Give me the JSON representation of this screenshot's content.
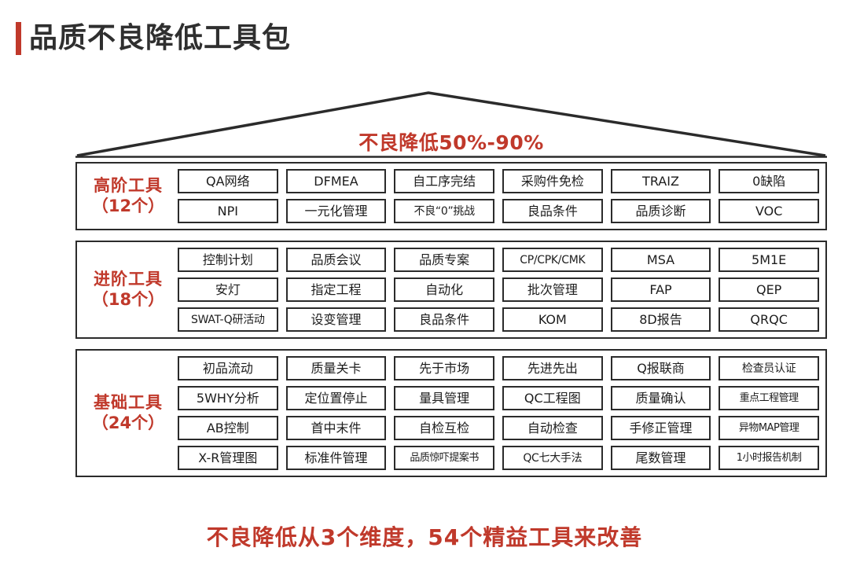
{
  "title": {
    "text": "品质不良降低工具包",
    "accent_color": "#c0392b"
  },
  "roof": {
    "label": "不良降低50%-90%"
  },
  "footer": {
    "text": "不良降低从3个维度，54个精益工具来改善"
  },
  "colors": {
    "red": "#c0392b",
    "ink": "#2b2b2b",
    "background": "#ffffff"
  },
  "sections": [
    {
      "label_line1": "高阶工具",
      "label_line2": "（12个）",
      "count": 12,
      "columns": 6,
      "rows": [
        [
          "QA网络",
          "DFMEA",
          "自工序完结",
          "采购件免检",
          "TRAIZ",
          "0缺陷"
        ],
        [
          "NPI",
          "一元化管理",
          "不良“0”挑战",
          "良品条件",
          "品质诊断",
          "VOC"
        ]
      ]
    },
    {
      "label_line1": "进阶工具",
      "label_line2": "（18个）",
      "count": 18,
      "columns": 6,
      "rows": [
        [
          "控制计划",
          "品质会议",
          "品质专案",
          "CP/CPK/CMK",
          "MSA",
          "5M1E"
        ],
        [
          "安灯",
          "指定工程",
          "自动化",
          "批次管理",
          "FAP",
          "QEP"
        ],
        [
          "SWAT-Q研活动",
          "设变管理",
          "良品条件",
          "KOM",
          "8D报告",
          "QRQC"
        ]
      ]
    },
    {
      "label_line1": "基础工具",
      "label_line2": "（24个）",
      "count": 24,
      "columns": 6,
      "rows": [
        [
          "初品流动",
          "质量关卡",
          "先于市场",
          "先进先出",
          "Q报联商",
          "检查员认证"
        ],
        [
          "5WHY分析",
          "定位置停止",
          "量具管理",
          "QC工程图",
          "质量确认",
          "重点工程管理"
        ],
        [
          "AB控制",
          "首中末件",
          "自检互检",
          "自动检查",
          "手修正管理",
          "异物MAP管理"
        ],
        [
          "X-R管理图",
          "标准件管理",
          "品质惊吓提案书",
          "QC七大手法",
          "尾数管理",
          "1小时报告机制"
        ]
      ]
    }
  ]
}
